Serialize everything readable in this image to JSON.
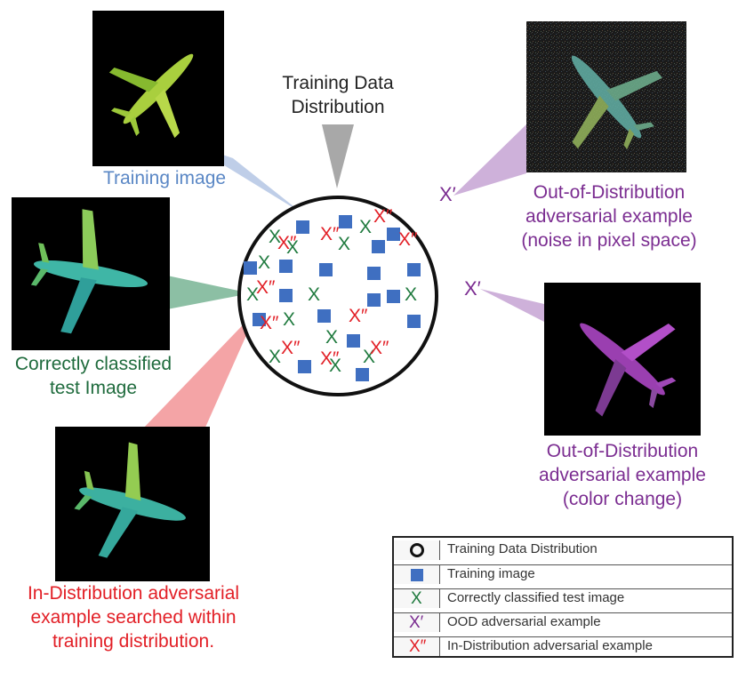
{
  "top_label": {
    "line1": "Training Data",
    "line2": "Distribution"
  },
  "training_image": {
    "label": "Training image"
  },
  "correct_test": {
    "line1": "Correctly classified",
    "line2": "test Image"
  },
  "in_dist": {
    "line1": "In-Distribution adversarial",
    "line2": "example searched within",
    "line3": "training distribution."
  },
  "ood_noise": {
    "line1": "Out-of-Distribution",
    "line2": "adversarial example",
    "line3": "(noise in pixel space)"
  },
  "ood_color": {
    "line1": "Out-of-Distribution",
    "line2": "adversarial example",
    "line3": "(color change)"
  },
  "symbols": {
    "x": "X",
    "x_prime": "X′",
    "x_double": "X″"
  },
  "legend": {
    "items": [
      {
        "symbol": "circle",
        "label": "Training Data Distribution"
      },
      {
        "symbol": "square",
        "label": "Training image"
      },
      {
        "symbol": "x",
        "label": "Correctly classified test image"
      },
      {
        "symbol": "x_prime",
        "label": "OOD adversarial example"
      },
      {
        "symbol": "x_double",
        "label": "In-Distribution adversarial example"
      }
    ]
  },
  "colors": {
    "blue": "#3f6fc1",
    "green": "#1f7a3e",
    "red": "#e21f26",
    "purple": "#7b2d91",
    "teal_text": "#5a87c5",
    "callout_blue": "#b8c9e6",
    "callout_green": "#7fb89a",
    "callout_red": "#f39a9c",
    "callout_purple": "#c9a8d6"
  }
}
